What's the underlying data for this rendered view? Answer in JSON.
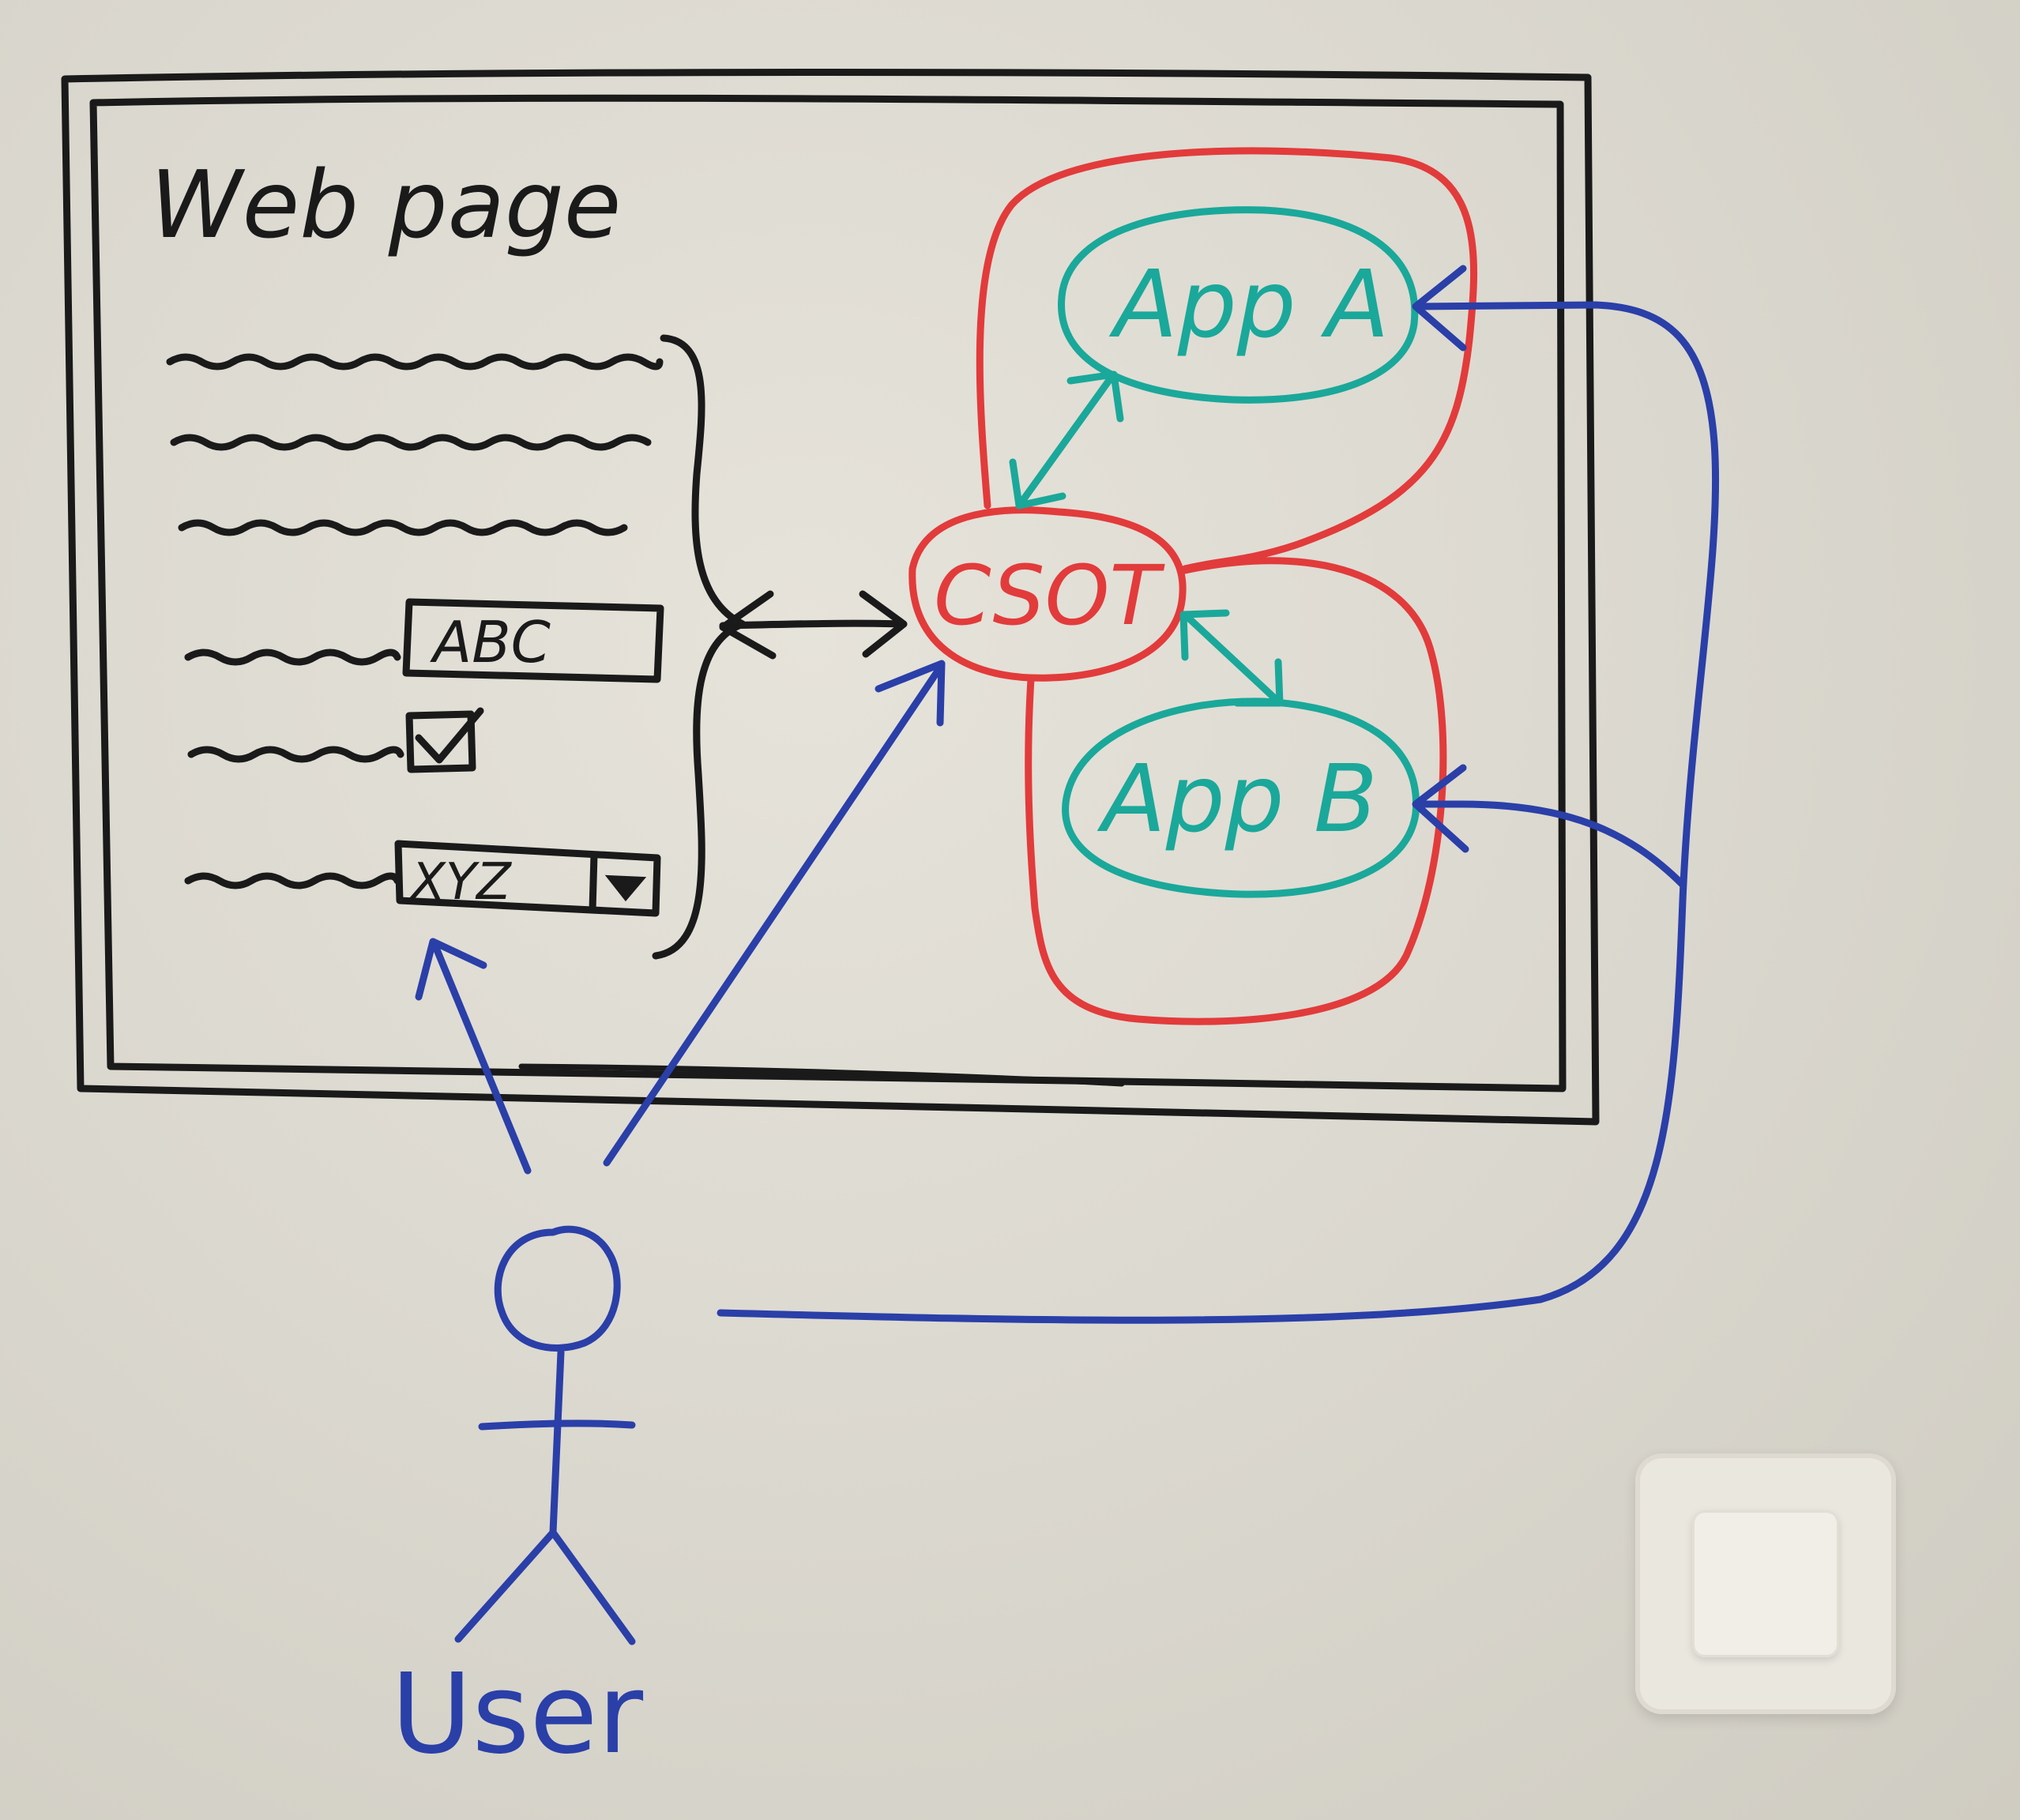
{
  "title": "Web page",
  "form": {
    "text_field_value": "ABC",
    "checkbox_checked": true,
    "select_value": "XYZ"
  },
  "nodes": {
    "hub": "CSOT",
    "app_a": "App A",
    "app_b": "App B"
  },
  "actor": {
    "label": "User"
  },
  "colors": {
    "webpage_ink": "#1a1a1a",
    "hub_ink": "#e23b3b",
    "app_ink": "#1aa89a",
    "user_ink": "#2a3fa8"
  }
}
